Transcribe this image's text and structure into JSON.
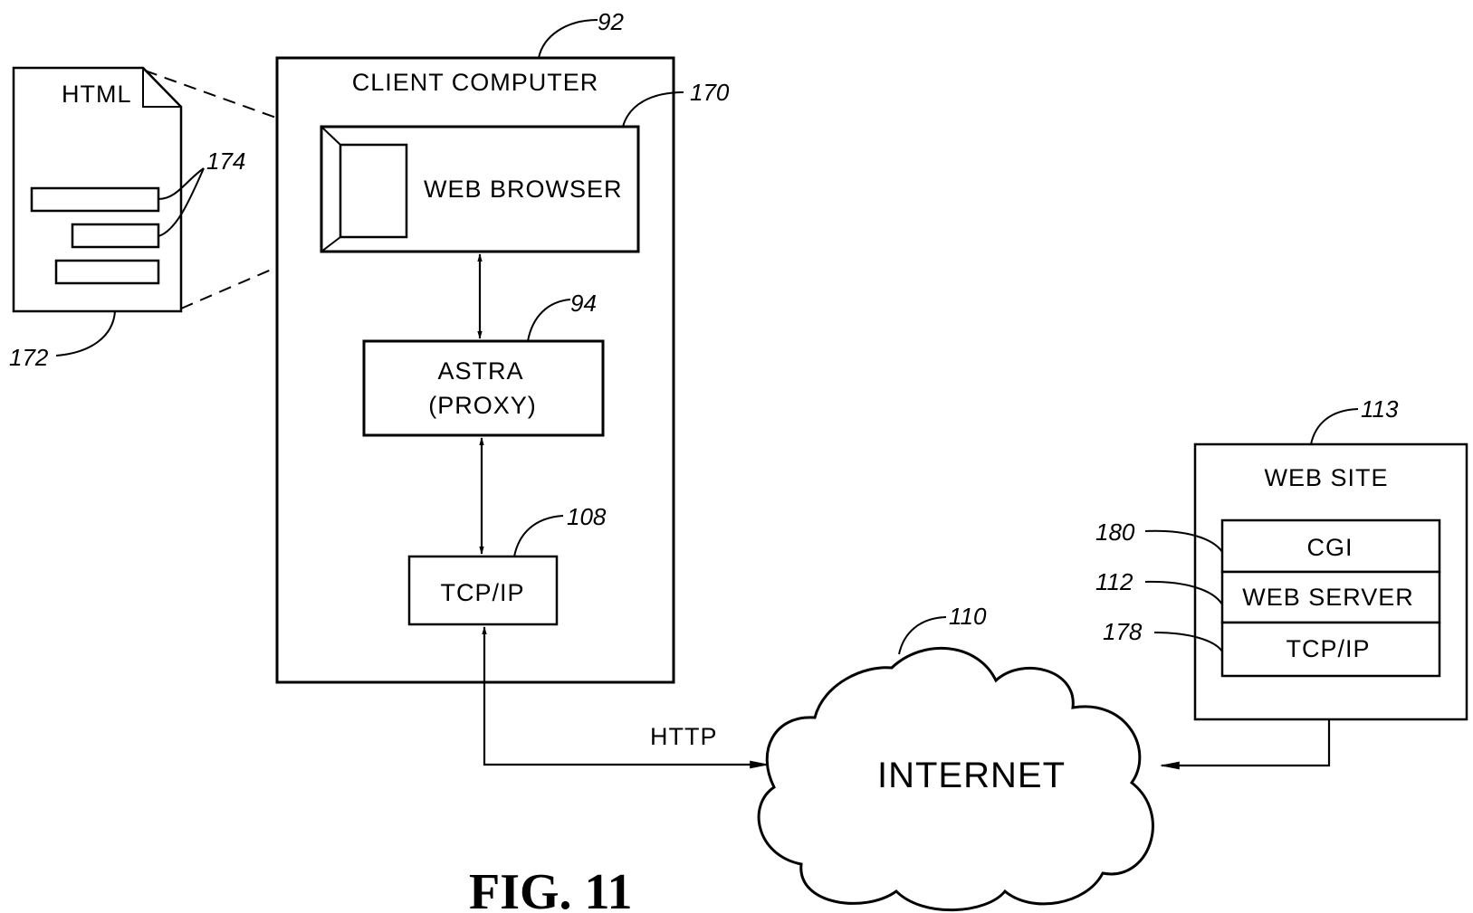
{
  "document": {
    "html_label": "HTML",
    "client_computer_label": "CLIENT COMPUTER",
    "web_browser_label": "WEB BROWSER",
    "astra_line1": "ASTRA",
    "astra_line2": "(PROXY)",
    "client_tcpip_label": "TCP/IP",
    "http_label": "HTTP",
    "internet_label": "INTERNET",
    "web_site_label": "WEB SITE",
    "cgi_label": "CGI",
    "web_server_label": "WEB SERVER",
    "site_tcpip_label": "TCP/IP",
    "figure_label": "FIG. 11"
  },
  "refs": {
    "client_computer": "92",
    "web_browser": "170",
    "html_items": "174",
    "html_doc": "172",
    "astra": "94",
    "client_tcpip": "108",
    "internet": "110",
    "web_site": "113",
    "cgi": "180",
    "web_server": "112",
    "site_tcpip": "178"
  }
}
